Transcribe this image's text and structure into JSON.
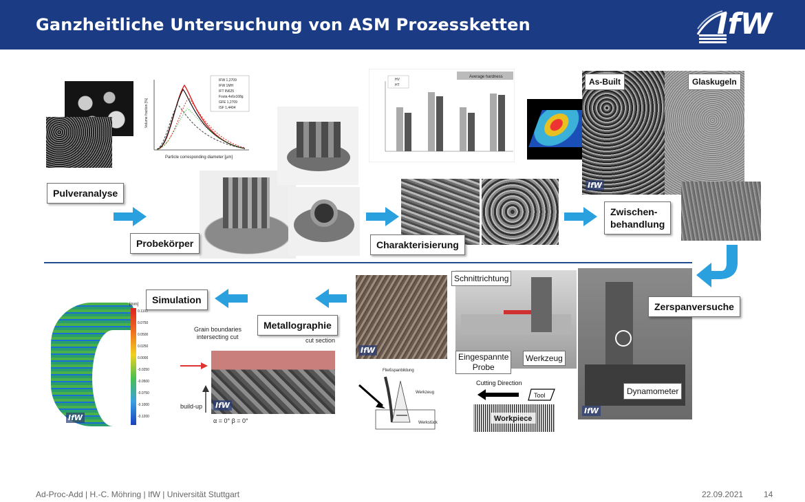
{
  "slide": {
    "title": "Ganzheitliche Untersuchung von ASM Prozessketten",
    "logo_text": "IfW"
  },
  "labels": {
    "pulveranalyse": "Pulveranalyse",
    "probekoerper": "Probekörper",
    "charakterisierung": "Charakterisierung",
    "zwischen_1": "Zwischen-",
    "zwischen_2": "behandlung",
    "zerspanversuche": "Zerspanversuche",
    "simulation": "Simulation",
    "metallographie": "Metallographie"
  },
  "images": {
    "as_built": "As-Built",
    "glaskugeln": "Glaskugeln"
  },
  "annotations": {
    "schnittrichtung": "Schnittrichtung",
    "eingespannte_1": "Eingespannte",
    "eingespannte_2": "Probe",
    "werkzeug": "Werkzeug",
    "dynamometer": "Dynamometer",
    "cutting_direction": "Cutting Direction",
    "tool": "Tool",
    "workpiece": "Workpiece",
    "grain_1": "Grain boundaries",
    "grain_2": "intersecting cut",
    "cut_section": "cut section",
    "build_up": "build-up",
    "angles": "α = 0° β = 0°",
    "werkzeug_small": "Werkzeug",
    "werkstueck": "Werkstück",
    "fliess": "Fließspanbildung"
  },
  "powder_chart": {
    "xlabel": "Particle corresponding diameter [µm]",
    "ylabel": "Volume fraction [%]",
    "legend": [
      "IFW 1,2709",
      "IFW 1MH",
      "IFT IN625",
      "Fosta 4x6x168g",
      "GFE 1,2709",
      "ISF 1,4404"
    ]
  },
  "bar_chart": {
    "header": "Average hardness",
    "legend": [
      "HV",
      "HT"
    ]
  },
  "colorbar": {
    "unit": "[mm]",
    "ticks": [
      "0.1100",
      "0.0750",
      "0.0500",
      "0.0250",
      "0.0000",
      "-0.0250",
      "-0.0500",
      "-0.0750",
      "-0.1000",
      "-0.1200"
    ]
  },
  "footer": {
    "left": "Ad-Proc-Add | H.-C. Möhring | IfW | Universität Stuttgart",
    "date": "22.09.2021",
    "page": "14"
  }
}
